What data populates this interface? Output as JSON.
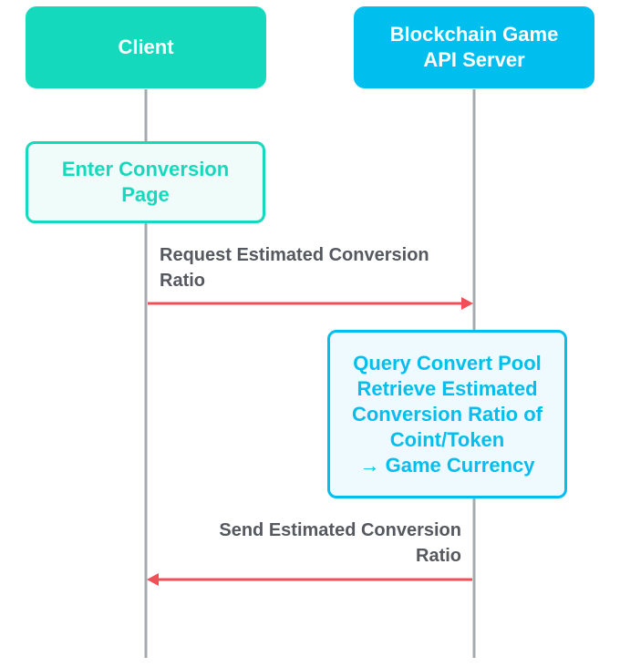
{
  "actors": [
    {
      "id": "client",
      "label_lines": [
        "Client"
      ],
      "color": "#15d9bd"
    },
    {
      "id": "server",
      "label_lines": [
        "Blockchain Game",
        "API Server"
      ],
      "color": "#00bfef"
    }
  ],
  "steps": [
    {
      "actor": "client",
      "lines": [
        "Enter Conversion",
        "Page"
      ],
      "color": "#15d9bd",
      "fill": "#f0fcfa"
    },
    {
      "actor": "server",
      "lines": [
        "Query Convert Pool",
        "Retrieve Estimated",
        "Conversion Ratio of",
        "Coint/Token",
        "→ Game Currency"
      ],
      "color": "#00bfef",
      "fill": "#eefaff"
    }
  ],
  "messages": [
    {
      "from": "client",
      "to": "server",
      "lines": [
        "Request Estimated Conversion",
        "Ratio"
      ]
    },
    {
      "from": "server",
      "to": "client",
      "lines": [
        "Send Estimated Conversion",
        "Ratio"
      ]
    }
  ],
  "colors": {
    "lifeline": "#a6abb2",
    "arrow": "#f04f58",
    "message_text": "#55585e"
  }
}
